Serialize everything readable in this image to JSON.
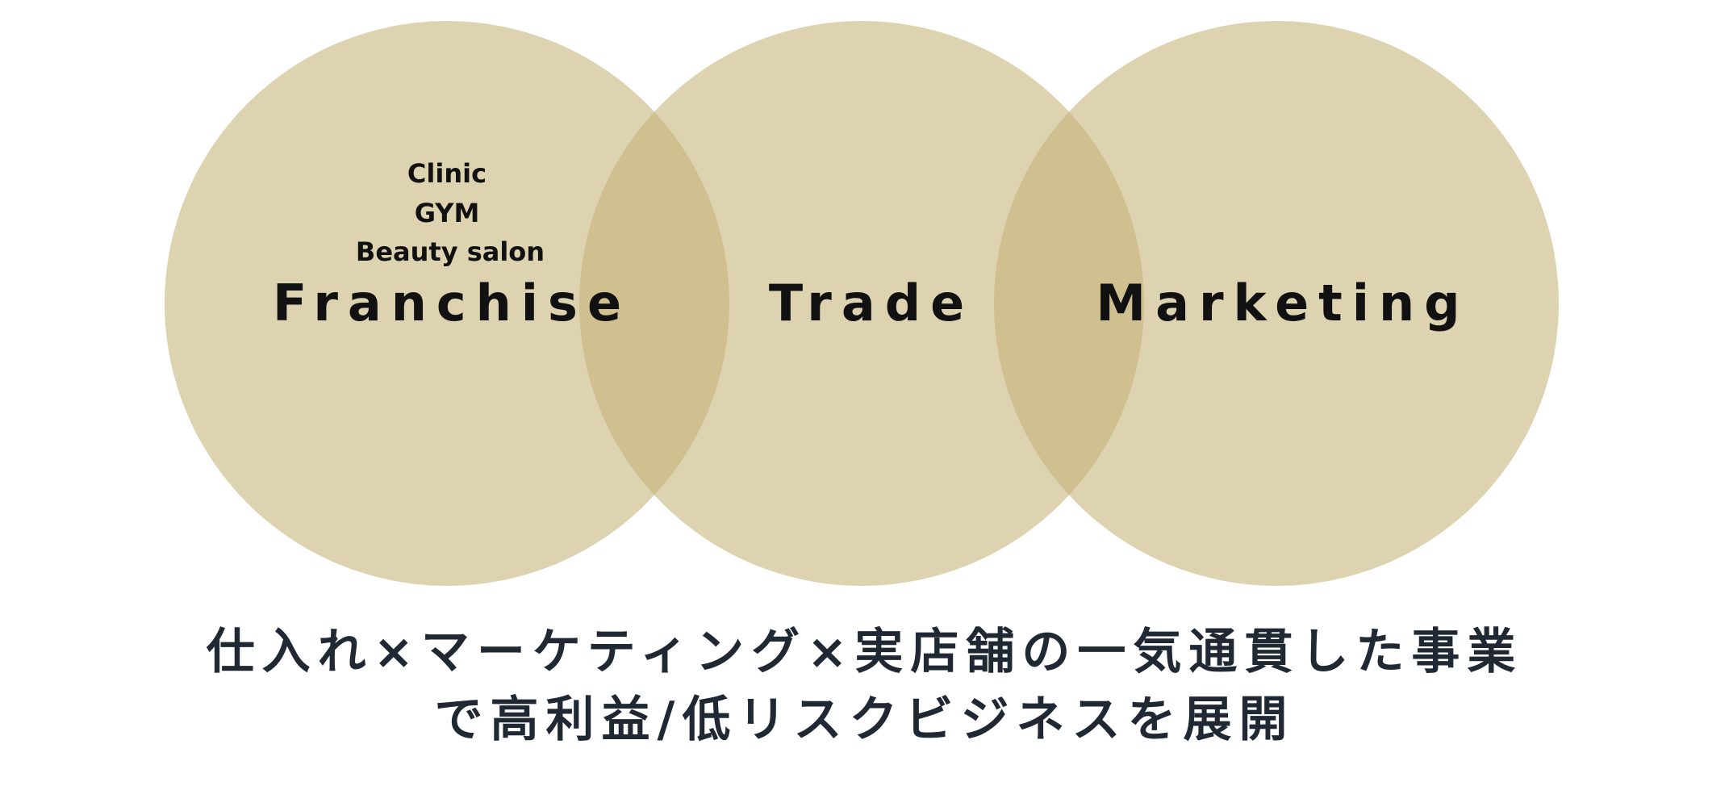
{
  "diagram": {
    "circles": [
      {
        "label": "Franchise",
        "sub_items": [
          "Clinic",
          "GYM",
          "Beauty salon"
        ]
      },
      {
        "label": "Trade",
        "sub_items": []
      },
      {
        "label": "Marketing",
        "sub_items": []
      }
    ],
    "colors": {
      "circle_fill": "#ddd3b1",
      "overlap_fill": "#d0c08f",
      "label_text": "#111111",
      "caption_text": "#1f2833",
      "background": "#ffffff"
    }
  },
  "caption": {
    "line1": "仕入れ×マーケティング×実店舗の一気通貫した事業",
    "line2": "で高利益/低リスクビジネスを展開"
  }
}
